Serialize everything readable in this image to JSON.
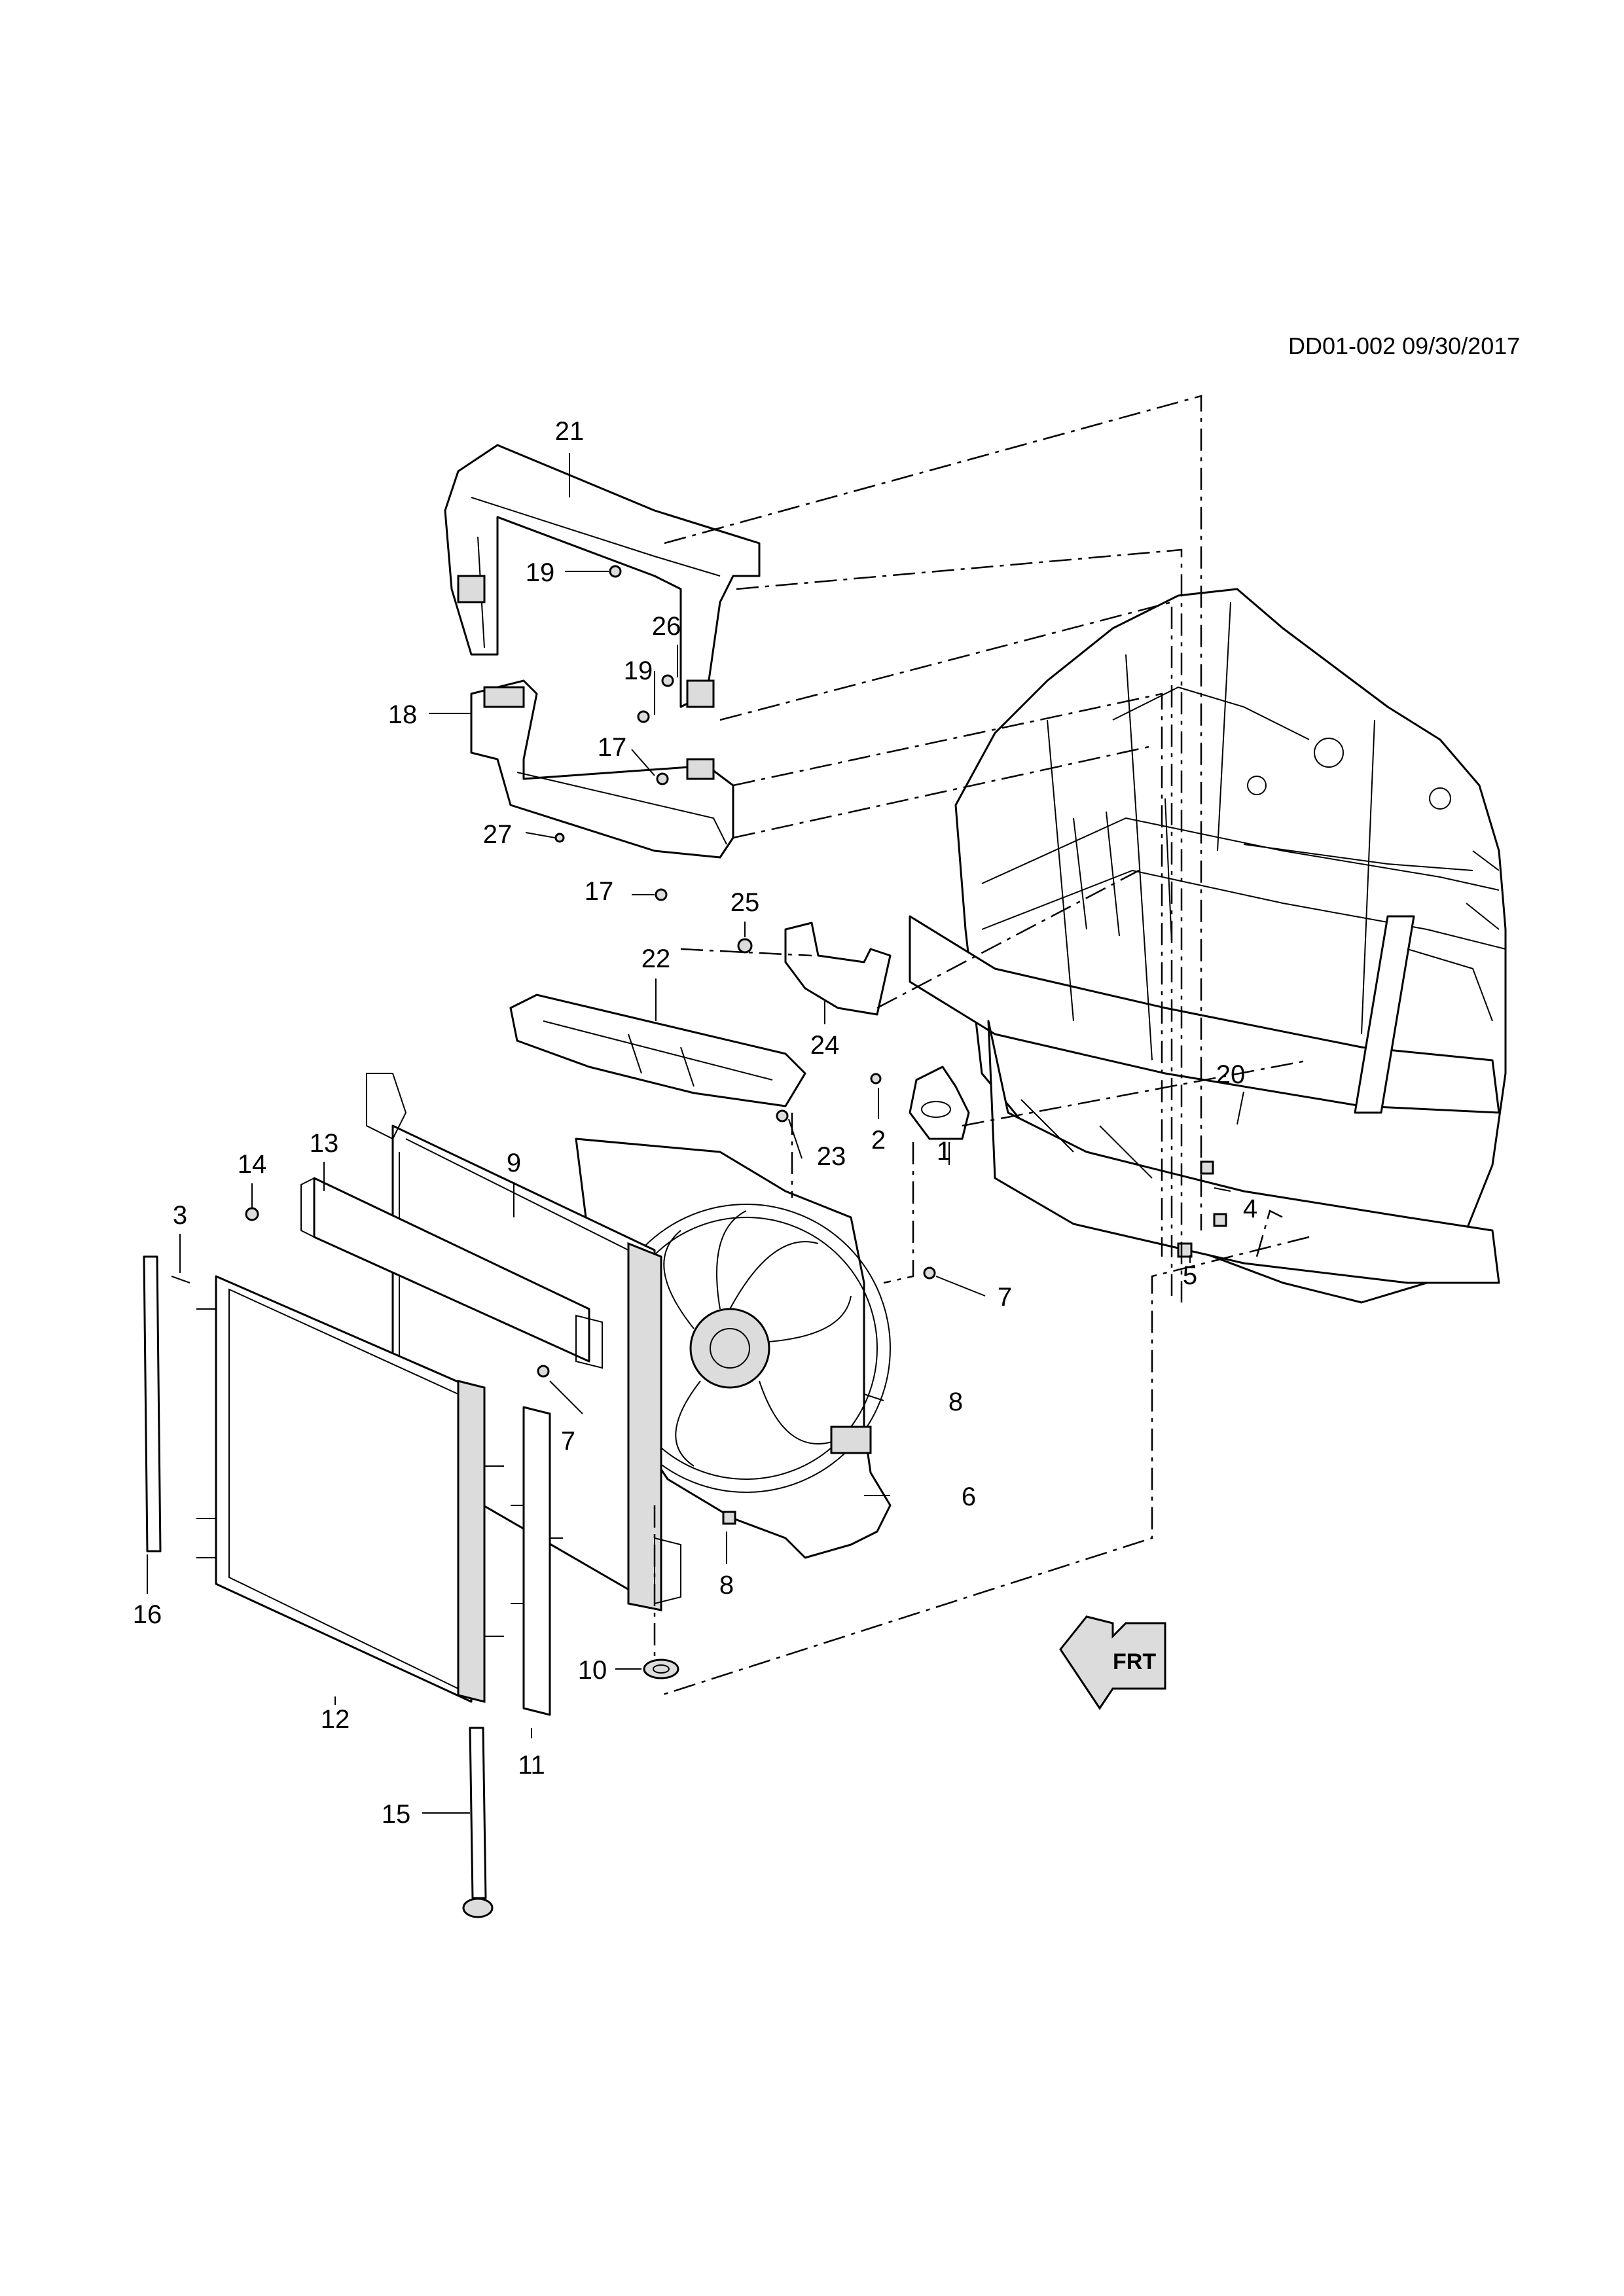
{
  "document": {
    "reference": "DD01-002 09/30/2017",
    "front_indicator": "FRT"
  },
  "callouts": [
    "1",
    "2",
    "3",
    "4",
    "5",
    "6",
    "7",
    "7",
    "8",
    "8",
    "9",
    "10",
    "11",
    "12",
    "13",
    "14",
    "15",
    "16",
    "17",
    "17",
    "18",
    "19",
    "19",
    "20",
    "21",
    "22",
    "23",
    "24",
    "25",
    "26",
    "27"
  ]
}
